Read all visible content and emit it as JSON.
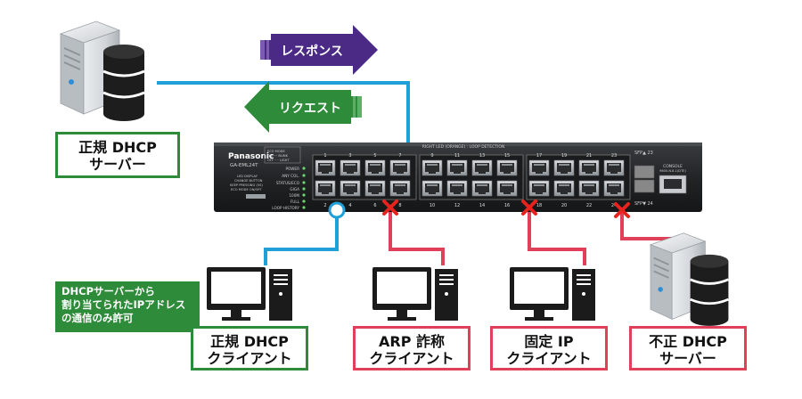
{
  "arrows": {
    "response": "レスポンス",
    "request": "リクエスト"
  },
  "switch": {
    "brand": "Panasonic",
    "model": "GA-EML24T",
    "eco_mode": [
      "ECO MODE",
      "ON ···· BLINK",
      "OFF ···· LIGHT"
    ],
    "led_display": [
      "LED DISPLAY",
      "CHANGE BUTTON",
      "KEEP PRESSING (5S)",
      "ECO MODE ON/OFF"
    ],
    "indicators": [
      "POWER",
      "ANY COL.",
      "STATUS/ECO",
      "GIGA",
      "100M",
      "FULL",
      "LOOP HISTORY"
    ],
    "right_led": "RIGHT LED (ORANGE) : LOOP DETECTION",
    "port_top": [
      "1",
      "3",
      "5",
      "7",
      "9",
      "11",
      "13",
      "15",
      "17",
      "19",
      "21",
      "23"
    ],
    "port_bottom": [
      "2",
      "4",
      "6",
      "8",
      "10",
      "12",
      "14",
      "16",
      "18",
      "20",
      "22",
      "24"
    ],
    "sfp_top": "SFP▲ 23",
    "sfp_bottom": "SFP▼ 24",
    "console": [
      "CONSOLE",
      "9600.N.8.1(DTE)"
    ]
  },
  "labels": {
    "legit_server": [
      "正規 DHCP",
      "サーバー"
    ],
    "legit_client": [
      "正規 DHCP",
      "クライアント"
    ],
    "arp_client": [
      "ARP 詐称",
      "クライアント"
    ],
    "static_client": [
      "固定 IP",
      "クライアント"
    ],
    "rogue_server": [
      "不正 DHCP",
      "サーバー"
    ]
  },
  "note": [
    "DHCPサーバーから",
    "割り当てられたIPアドレス",
    "の通信のみ許可"
  ],
  "colors": {
    "green": "#2e8b3a",
    "red": "#e0405a",
    "blue_line": "#1fa0d8",
    "purple_arrow": "#4a2a84",
    "green_arrow": "#2e8b3a",
    "cross": "#e8231e"
  },
  "icons": [
    "server-icon",
    "monitor-icon",
    "pc-tower-icon",
    "cross-icon",
    "switch-device"
  ]
}
